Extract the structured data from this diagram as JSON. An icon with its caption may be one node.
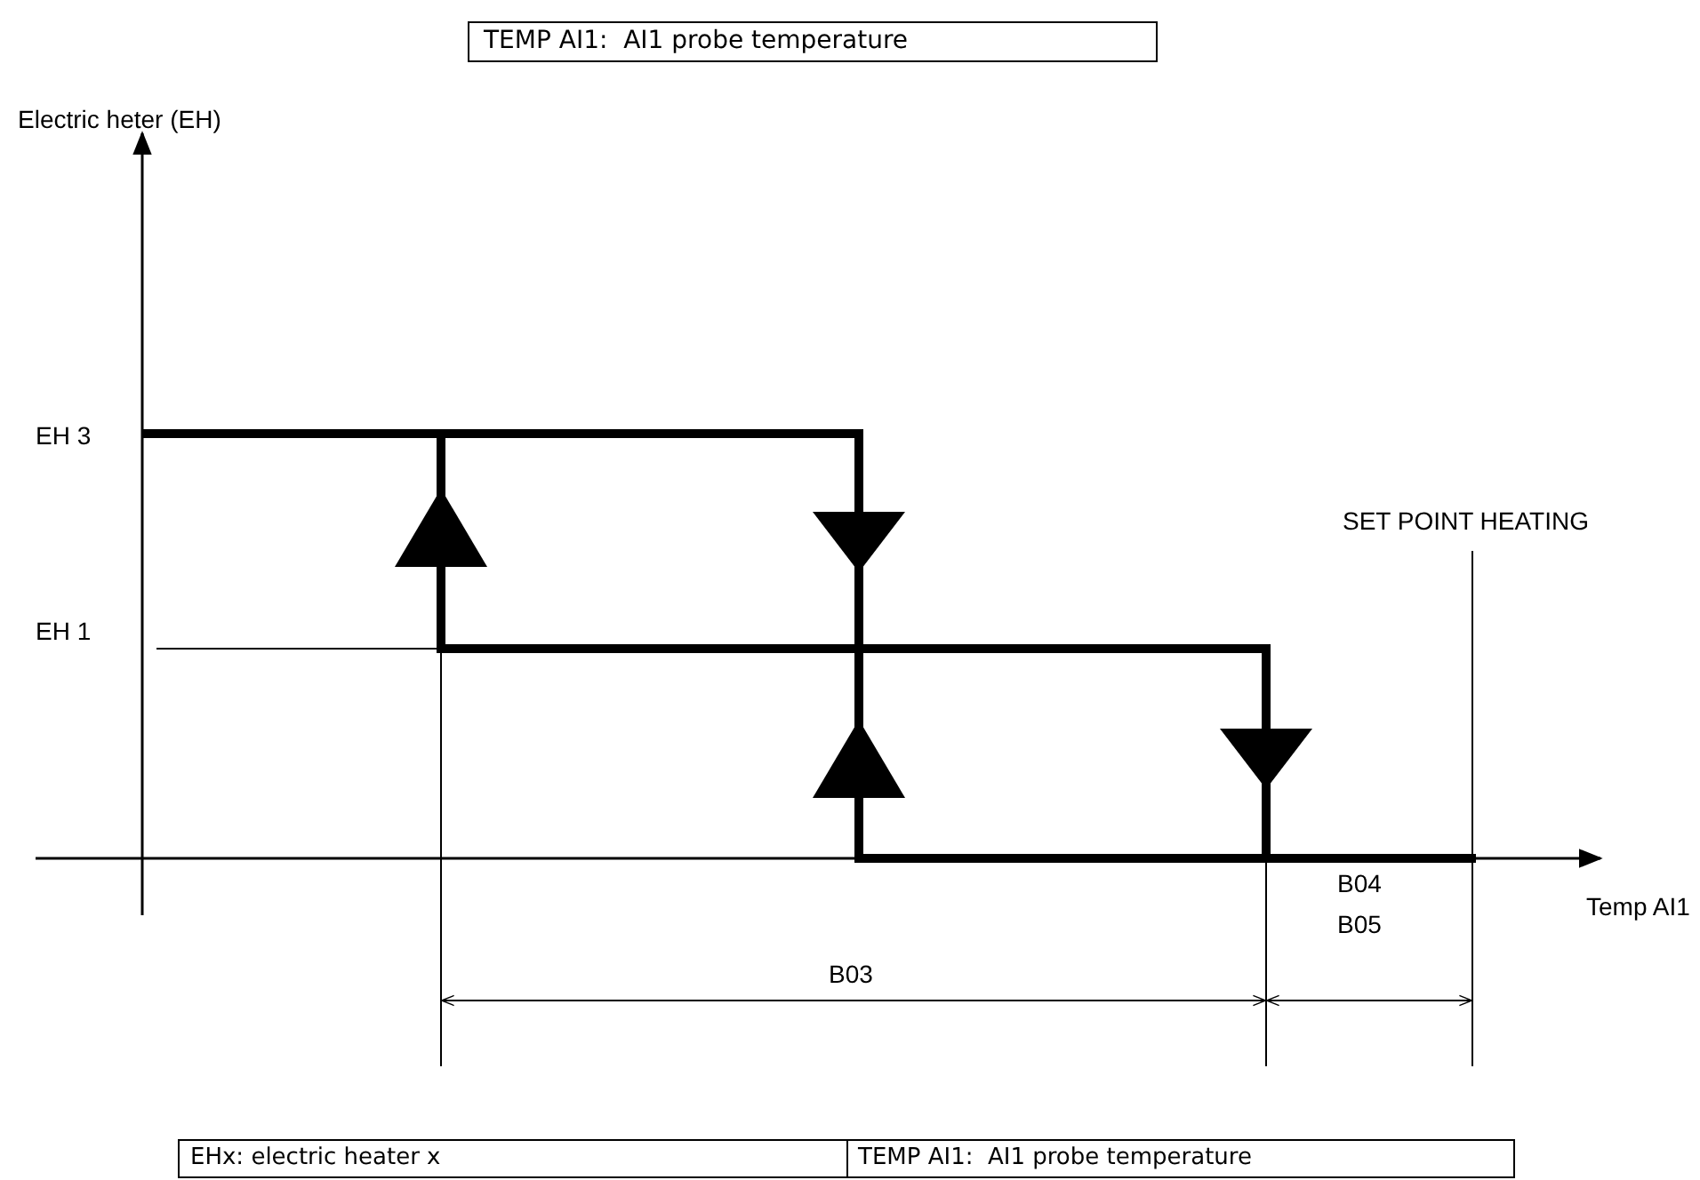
{
  "diagram": {
    "title": "TEMP AI1:  AI1 probe temperature",
    "labels": [
      "Electric heter (EH)",
      "EH 3",
      "EH 1",
      "SET POINT HEATING",
      "B04",
      "B05",
      "Temp AI1",
      "B03",
      "EHx: electric heater x",
      "TEMP AI1:  AI1 probe temperature"
    ]
  }
}
